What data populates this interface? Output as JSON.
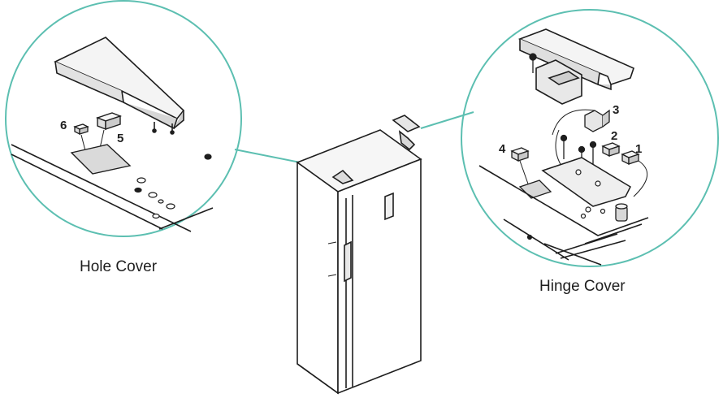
{
  "captions": {
    "hole_cover": "Hole Cover",
    "hinge_cover": "Hinge Cover"
  },
  "callouts": {
    "part_1": "1",
    "part_2": "2",
    "part_3": "3",
    "part_4": "4",
    "part_5": "5",
    "part_6": "6"
  },
  "colors": {
    "leader_line": "#5cbfb1",
    "line_art": "#1e1e1e",
    "background": "#ffffff"
  }
}
